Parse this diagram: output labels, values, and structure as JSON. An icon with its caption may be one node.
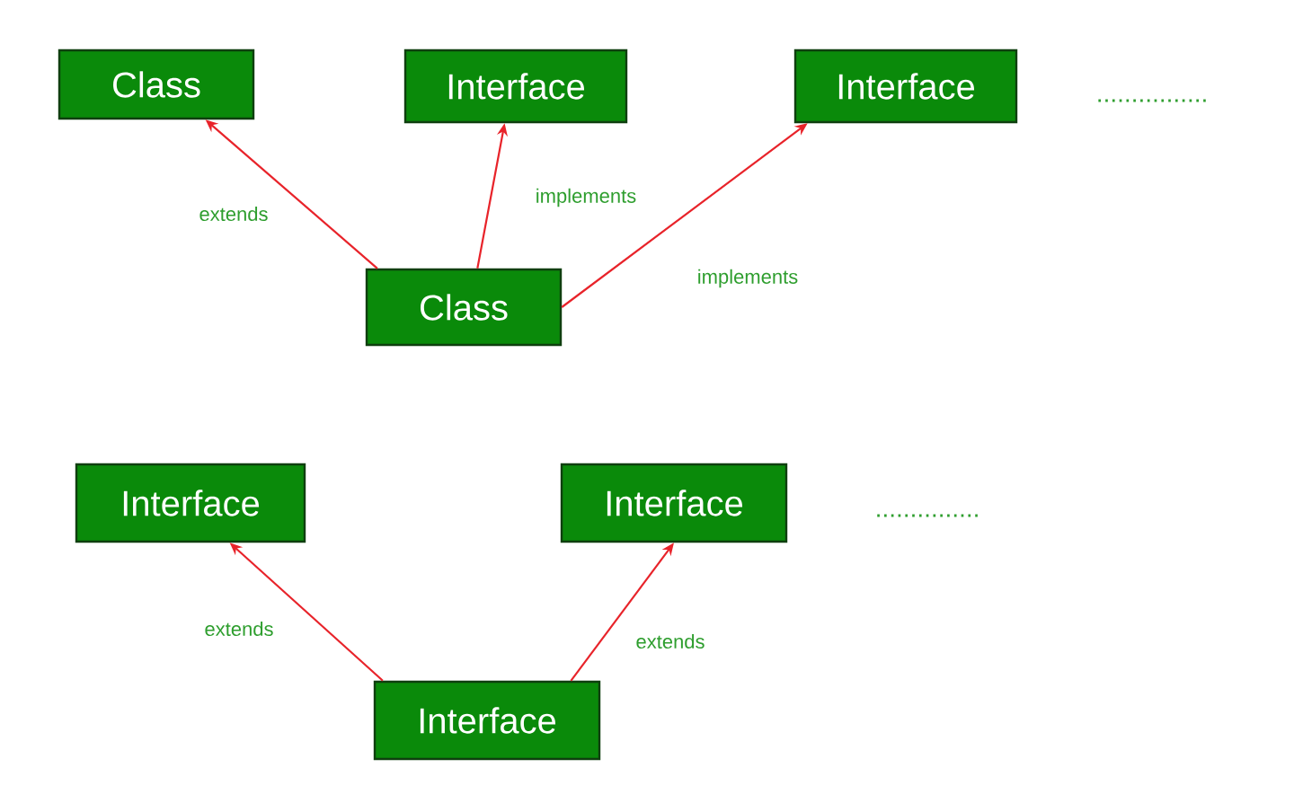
{
  "diagram": {
    "nodes": [
      {
        "text": [
          "Class"
        ]
      },
      {
        "text": [
          "Interface"
        ]
      },
      {
        "text": [
          "Interface"
        ]
      },
      {
        "text": [
          "Class"
        ]
      },
      {
        "text": [
          "Interface"
        ]
      },
      {
        "text": [
          "Interface"
        ]
      },
      {
        "text": [
          "Interface"
        ]
      }
    ],
    "edges": [
      {
        "from": 3,
        "to": 0,
        "arrow": "to",
        "label": "extends"
      },
      {
        "from": 3,
        "to": 1,
        "arrow": "to",
        "label": "implements"
      },
      {
        "from": 3,
        "to": 2,
        "arrow": "to",
        "label": "implements"
      },
      {
        "from": 6,
        "to": 4,
        "arrow": "to",
        "label": "extends"
      },
      {
        "from": 6,
        "to": 5,
        "arrow": "to",
        "label": "extends"
      }
    ],
    "labels": [
      "................",
      "..............."
    ]
  }
}
